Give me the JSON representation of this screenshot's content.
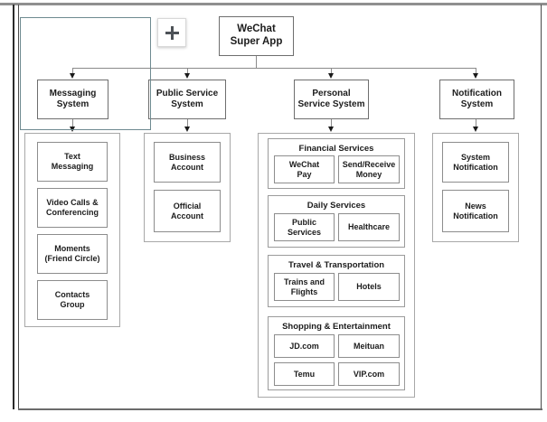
{
  "diagram": {
    "root": {
      "label": "WeChat\nSuper App"
    },
    "systems": [
      {
        "id": "messaging",
        "label": "Messaging\nSystem"
      },
      {
        "id": "public",
        "label": "Public Service\nSystem"
      },
      {
        "id": "personal",
        "label": "Personal\nService System"
      },
      {
        "id": "notification",
        "label": "Notification\nSystem"
      }
    ],
    "messaging_children": [
      {
        "label": "Text\nMessaging"
      },
      {
        "label": "Video Calls &\nConferencing"
      },
      {
        "label": "Moments\n(Friend Circle)"
      },
      {
        "label": "Contacts\nGroup"
      }
    ],
    "public_children": [
      {
        "label": "Business\nAccount"
      },
      {
        "label": "Official\nAccount"
      }
    ],
    "personal_groups": [
      {
        "title": "Financial Services",
        "items": [
          {
            "label": "WeChat\nPay"
          },
          {
            "label": "Send/Receive\nMoney"
          }
        ]
      },
      {
        "title": "Daily Services",
        "items": [
          {
            "label": "Public\nServices"
          },
          {
            "label": "Healthcare"
          }
        ]
      },
      {
        "title": "Travel & Transportation",
        "items": [
          {
            "label": "Trains and\nFlights"
          },
          {
            "label": "Hotels"
          }
        ]
      },
      {
        "title": "Shopping & Entertainment",
        "items": [
          {
            "label": "JD.com"
          },
          {
            "label": "Meituan"
          },
          {
            "label": "Temu"
          },
          {
            "label": "VIP.com"
          }
        ]
      }
    ],
    "notification_children": [
      {
        "label": "System\nNotification"
      },
      {
        "label": "News\nNotification"
      }
    ]
  },
  "toolbar": {
    "add_button_label": "+",
    "add_button_icon": "plus-icon"
  },
  "selection": {
    "color": "#6e8a90"
  },
  "colors": {
    "background": "#ffffff",
    "node_border": "#777777",
    "group_border": "#a8a8a8",
    "connector": "#8a8a8a",
    "arrow": "#1a1a1a",
    "text": "#1c1c1c",
    "selection": "#6e8a90"
  }
}
